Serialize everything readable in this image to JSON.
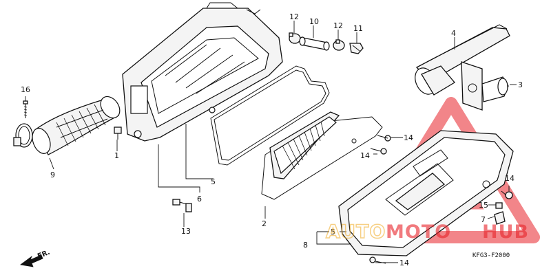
{
  "callouts": [
    {
      "id": "c1",
      "label": "1"
    },
    {
      "id": "c2",
      "label": "2"
    },
    {
      "id": "c3",
      "label": "3"
    },
    {
      "id": "c4",
      "label": "4"
    },
    {
      "id": "c5a",
      "label": "5"
    },
    {
      "id": "c5b",
      "label": "5"
    },
    {
      "id": "c6",
      "label": "6"
    },
    {
      "id": "c7",
      "label": "7"
    },
    {
      "id": "c8",
      "label": "8"
    },
    {
      "id": "c9",
      "label": "9"
    },
    {
      "id": "c10",
      "label": "10"
    },
    {
      "id": "c11",
      "label": "11"
    },
    {
      "id": "c12a",
      "label": "12"
    },
    {
      "id": "c12b",
      "label": "12"
    },
    {
      "id": "c13",
      "label": "13"
    },
    {
      "id": "c14a",
      "label": "14"
    },
    {
      "id": "c14b",
      "label": "14"
    },
    {
      "id": "c14c",
      "label": "14"
    },
    {
      "id": "c14d",
      "label": "14"
    },
    {
      "id": "c15",
      "label": "15"
    },
    {
      "id": "c16",
      "label": "16"
    }
  ],
  "diagram_code": "KFG3-F2000",
  "direction_label": "FR.",
  "watermark": {
    "part1": "AUTO",
    "part2": "MOTO",
    "part3": "HUB",
    "color_primary": "#e8232a",
    "color_accent": "#f2b134"
  }
}
